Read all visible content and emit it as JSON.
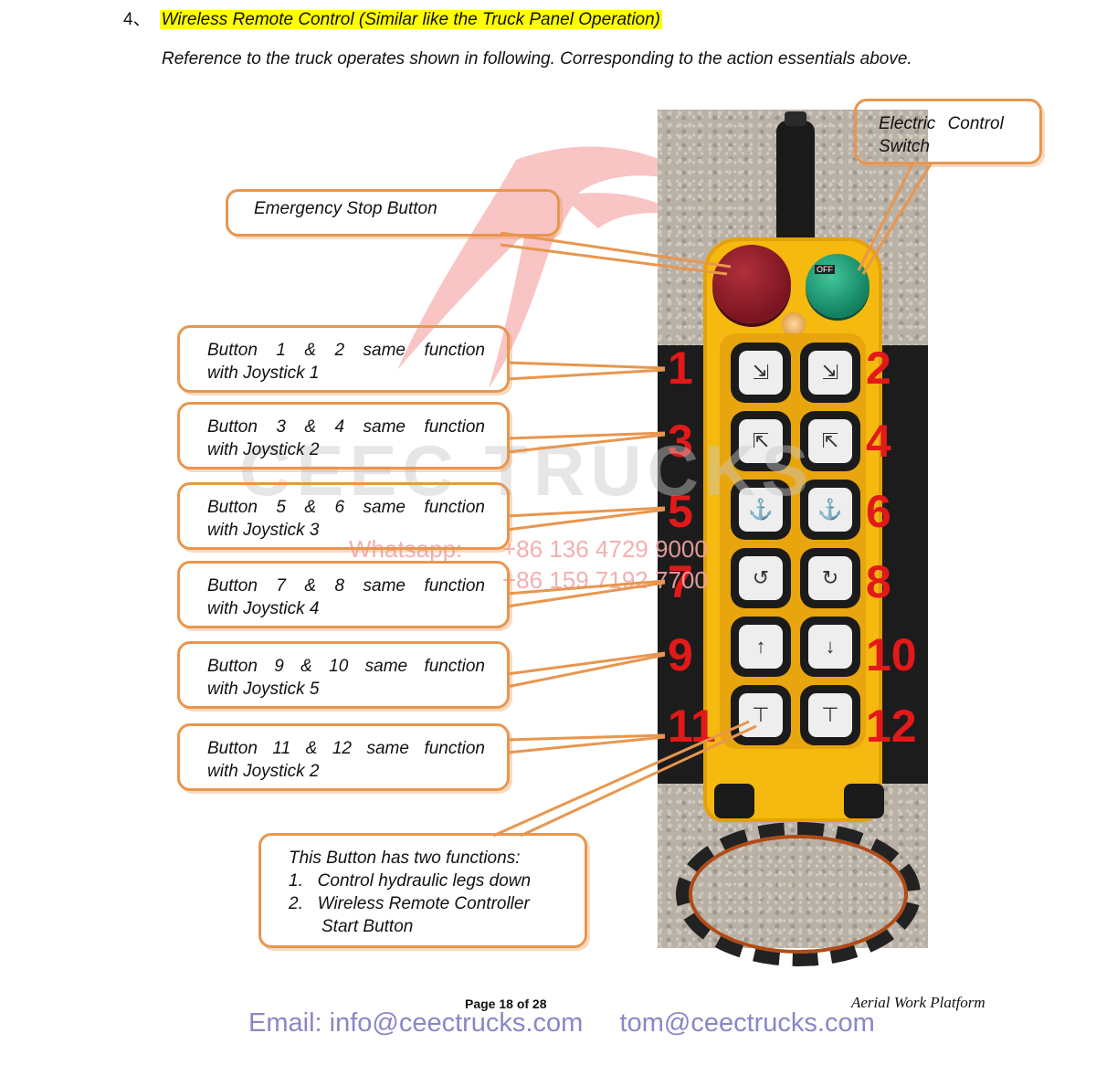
{
  "section": {
    "number": "4、",
    "title": "Wireless Remote Control (Similar like the Truck Panel Operation)",
    "paragraph": "Reference to the truck operates shown in following. Corresponding to the action essentials above."
  },
  "callouts": {
    "emergency_stop": "Emergency Stop Button",
    "electric_switch": "Electric Control Switch",
    "b12": {
      "line1": "Button 1 & 2 same function",
      "line2": "with Joystick 1"
    },
    "b34": {
      "line1": "Button 3 & 4 same function",
      "line2": "with Joystick 2"
    },
    "b56": {
      "line1": "Button 5 & 6 same function",
      "line2": "with Joystick 3"
    },
    "b78": {
      "line1": "Button 7 & 8 same function",
      "line2": "with Joystick 4"
    },
    "b910": {
      "line1": "Button 9 & 10 same function",
      "line2": "with Joystick 5"
    },
    "b1112": {
      "line1": "Button 11 & 12 same function",
      "line2": "with Joystick 2"
    },
    "two_functions": {
      "intro": "This Button has two functions:",
      "item1": "1.   Control hydraulic legs down",
      "item2": "2.   Wireless Remote Controller",
      "item2b": "Start Button"
    }
  },
  "remote": {
    "switch_label": "OFF",
    "numbers": [
      "1",
      "2",
      "3",
      "4",
      "5",
      "6",
      "7",
      "8",
      "9",
      "10",
      "11",
      "12"
    ]
  },
  "watermark": {
    "brand": "CEEC TRUCKS",
    "whatsapp_label": "Whatsapp:",
    "phone1": "+86 136 4729 9000",
    "phone2": "+86 159 7192 7700"
  },
  "footer": {
    "page": "Page 18 of  28",
    "title": "Aerial Work Platform",
    "email": "Email: info@ceectrucks.com     tom@ceectrucks.com"
  },
  "colors": {
    "callout_border": "#e8964f",
    "highlight": "#ffff00",
    "number_red": "#e31919",
    "email": "#8a86c8"
  }
}
